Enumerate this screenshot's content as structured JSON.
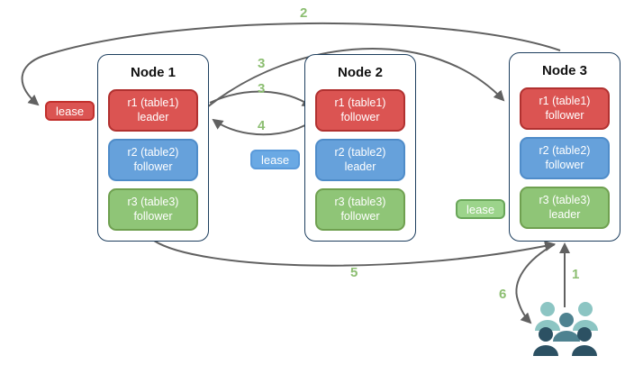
{
  "nodes": [
    {
      "title": "Node 1",
      "replicas": [
        {
          "name": "r1 (table1)",
          "role": "leader",
          "color": "red"
        },
        {
          "name": "r2 (table2)",
          "role": "follower",
          "color": "blue"
        },
        {
          "name": "r3 (table3)",
          "role": "follower",
          "color": "green"
        }
      ]
    },
    {
      "title": "Node 2",
      "replicas": [
        {
          "name": "r1 (table1)",
          "role": "follower",
          "color": "red"
        },
        {
          "name": "r2 (table2)",
          "role": "leader",
          "color": "blue"
        },
        {
          "name": "r3 (table3)",
          "role": "follower",
          "color": "green"
        }
      ]
    },
    {
      "title": "Node 3",
      "replicas": [
        {
          "name": "r1 (table1)",
          "role": "follower",
          "color": "red"
        },
        {
          "name": "r2 (table2)",
          "role": "follower",
          "color": "blue"
        },
        {
          "name": "r3 (table3)",
          "role": "leader",
          "color": "green"
        }
      ]
    }
  ],
  "leases": [
    {
      "label": "lease",
      "color": "red"
    },
    {
      "label": "lease",
      "color": "blue"
    },
    {
      "label": "lease",
      "color": "green"
    }
  ],
  "step_labels": {
    "s1": "1",
    "s2": "2",
    "s3a": "3",
    "s3b": "3",
    "s4": "4",
    "s5": "5",
    "s6": "6"
  },
  "icons": {
    "users_icon": "users-group"
  },
  "colors": {
    "arrow": "#616161",
    "step_label": "#8cbe71",
    "node_border": "#1d3e5e",
    "red_fill": "#db5452",
    "red_stroke": "#b13130",
    "blue_fill": "#66a1db",
    "blue_stroke": "#4f8cc9",
    "green_fill": "#8fc577",
    "green_stroke": "#6fa050",
    "lease_blue_fill": "#6aa9e4",
    "lease_green_fill": "#9cd48b",
    "people_light": "#8cc5c3",
    "people_medium": "#4e8290",
    "people_dark": "#2c5163"
  }
}
